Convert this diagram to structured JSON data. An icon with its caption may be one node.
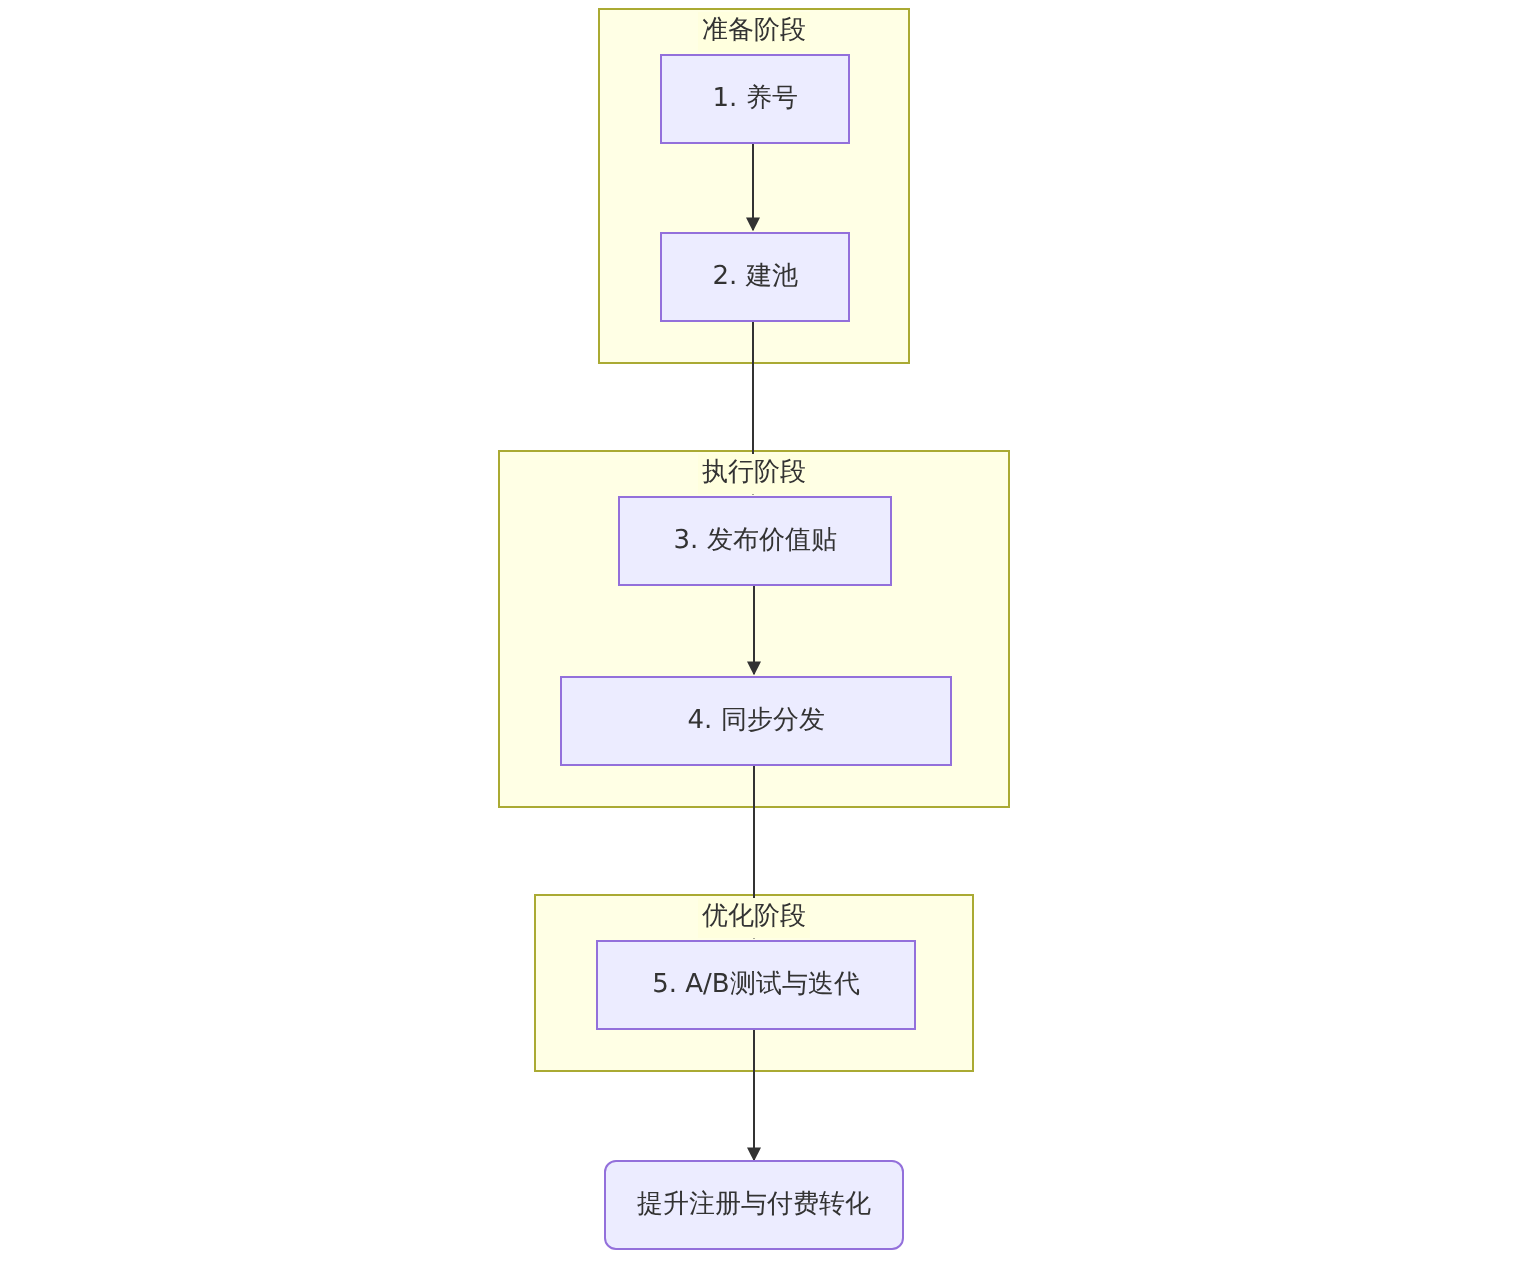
{
  "diagram": {
    "nodes": [
      {
        "text": [
          "准备阶段"
        ]
      },
      {
        "text": [
          "1. 养号"
        ],
        "in": 0
      },
      {
        "text": [
          "2. 建池"
        ],
        "in": 0
      },
      {
        "text": [
          "执行阶段"
        ]
      },
      {
        "text": [
          "3. 发布价值贴"
        ],
        "in": 3
      },
      {
        "text": [
          "4. 同步分发"
        ],
        "in": 3
      },
      {
        "text": [
          "优化阶段"
        ]
      },
      {
        "text": [
          "5. A/B测试与迭代"
        ],
        "in": 6
      },
      {
        "text": [
          "提升注册与付费转化"
        ]
      }
    ],
    "edges": [
      {
        "from": 1,
        "to": 2,
        "arrow": "to"
      },
      {
        "from": 2,
        "to": 4,
        "arrow": "to"
      },
      {
        "from": 4,
        "to": 5,
        "arrow": "to"
      },
      {
        "from": 5,
        "to": 7,
        "arrow": "to"
      },
      {
        "from": 7,
        "to": 8,
        "arrow": "to"
      }
    ]
  }
}
